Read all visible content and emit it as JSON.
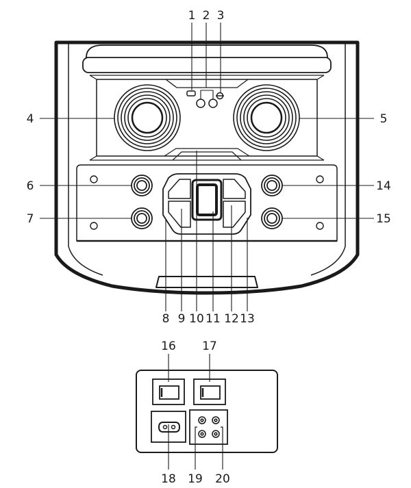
{
  "front_panel": {
    "top_labels": [
      "1",
      "2",
      "3"
    ],
    "left_labels": [
      "4",
      "6",
      "7"
    ],
    "right_labels": [
      "5",
      "14",
      "15"
    ],
    "bottom_labels": [
      "8",
      "9",
      "10",
      "11",
      "12",
      "13"
    ]
  },
  "rear_panel": {
    "top_labels": [
      "16",
      "17"
    ],
    "bottom_labels": [
      "18",
      "19",
      "20"
    ]
  },
  "colors": {
    "line": "#1a1a1a",
    "background": "#ffffff"
  }
}
